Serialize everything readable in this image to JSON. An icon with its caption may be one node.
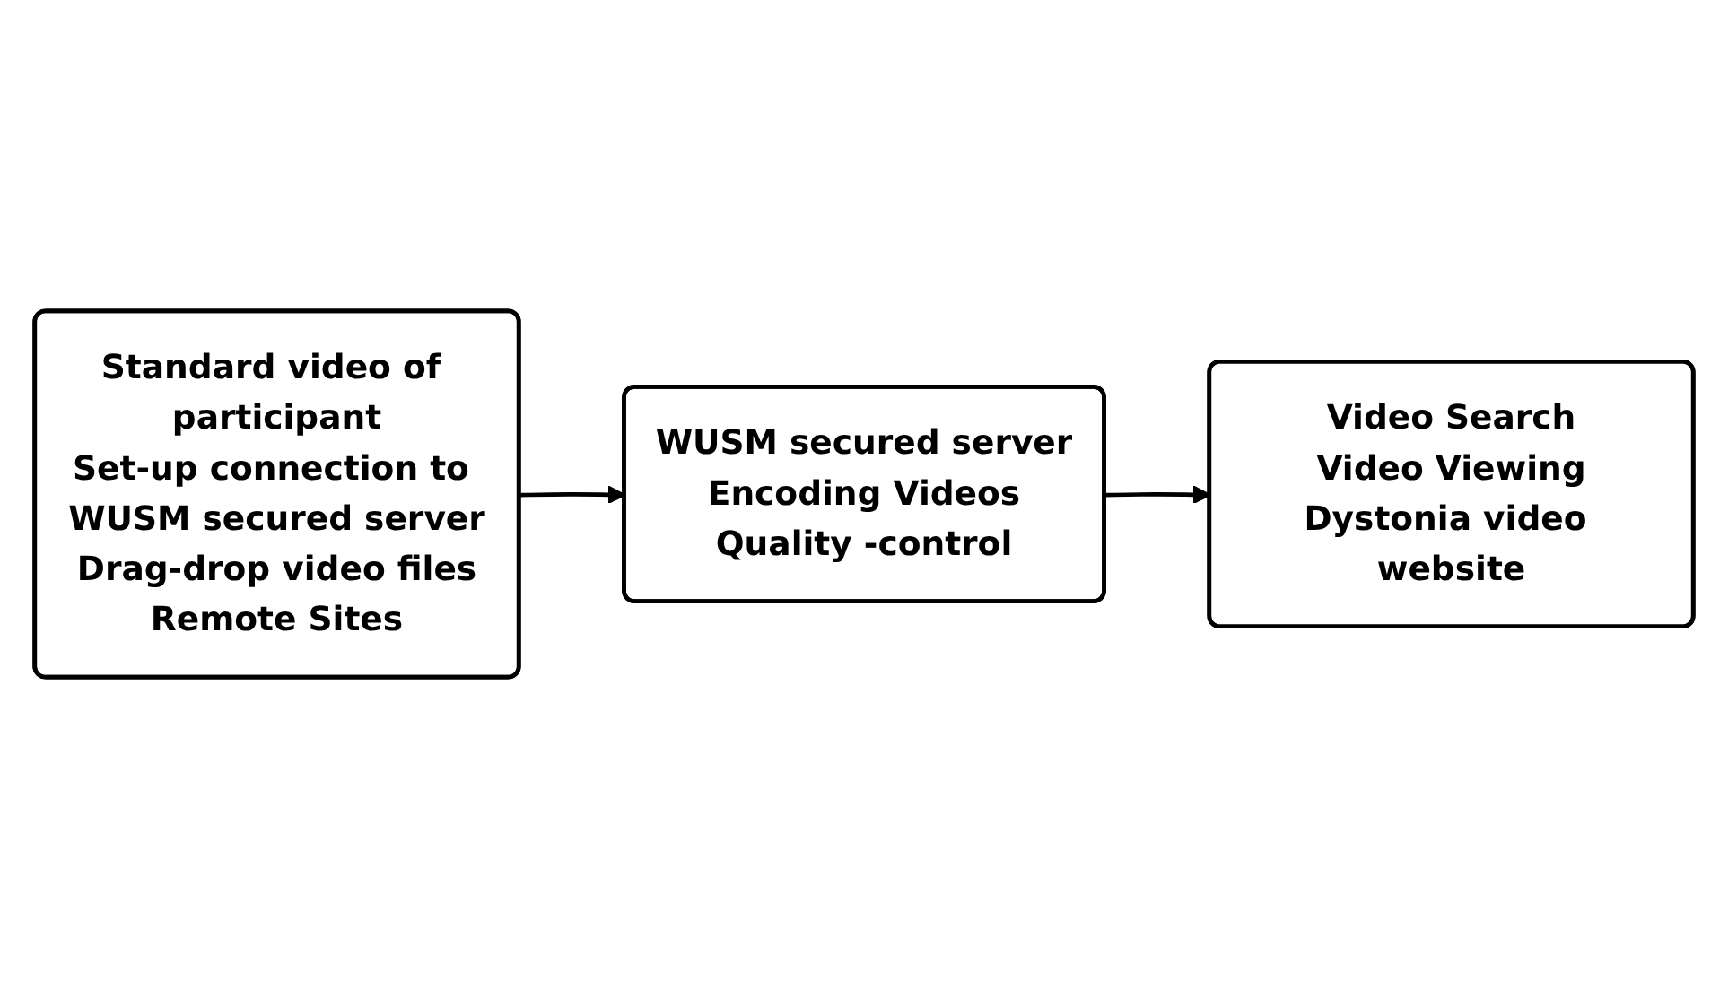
{
  "diagram": {
    "nodes": [
      {
        "text": [
          "Standard video of participant",
          "Set-up connection to WUSM secured server",
          "Drag-drop video files",
          "Remote Sites"
        ]
      },
      {
        "text": [
          "WUSM secured server",
          "Encoding Videos",
          "Quality -control"
        ]
      },
      {
        "text": [
          "Video Search",
          "Video Viewing",
          "Dystonia video website"
        ]
      }
    ],
    "edges": [
      {
        "from": 0,
        "to": 1,
        "arrow": "to"
      },
      {
        "from": 1,
        "to": 2,
        "arrow": "to"
      }
    ]
  }
}
